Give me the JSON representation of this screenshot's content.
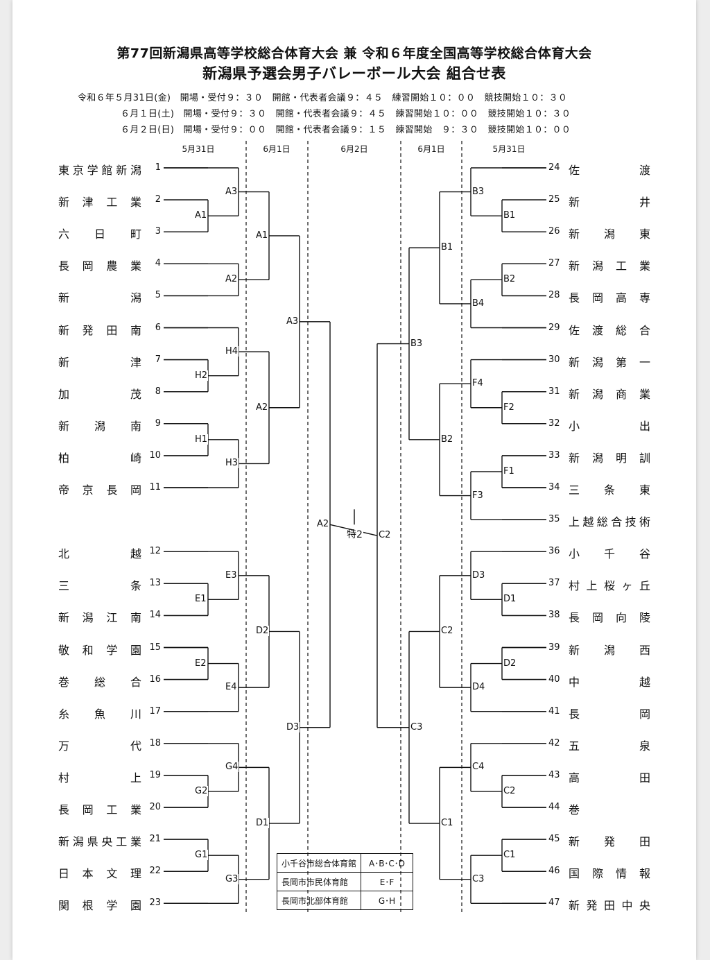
{
  "title": {
    "line1": "第77回新潟県高等学校総合体育大会 兼 令和６年度全国高等学校総合体育大会",
    "line2": "新潟県予選会男子バレーボール大会 組合せ表"
  },
  "schedule": [
    "令和６年５月31日(金)　開場・受付９：３０　開館・代表者会議９：４５　練習開始１０：００　競技開始１０：３０",
    "６月１日(土)　開場・受付９：３０　開館・代表者会議９：４５　練習開始１０：００　競技開始１０：３０",
    "６月２日(日)　開場・受付９：００　開館・代表者会議９：１５　練習開始　９：３０　競技開始１０：００"
  ],
  "day_headers": {
    "left_r1": "5月31日",
    "left_r2": "6月1日",
    "final": "6月2日",
    "right_r2": "6月1日",
    "right_r1": "5月31日"
  },
  "left_teams": [
    {
      "no": "1",
      "name": "東京学館新潟"
    },
    {
      "no": "2",
      "name": "新津工業"
    },
    {
      "no": "3",
      "name": "六日町"
    },
    {
      "no": "4",
      "name": "長岡農業"
    },
    {
      "no": "5",
      "name": "新潟"
    },
    {
      "no": "6",
      "name": "新発田南"
    },
    {
      "no": "7",
      "name": "新津"
    },
    {
      "no": "8",
      "name": "加茂"
    },
    {
      "no": "9",
      "name": "新潟南"
    },
    {
      "no": "10",
      "name": "柏崎"
    },
    {
      "no": "11",
      "name": "帝京長岡"
    },
    {
      "no": "12",
      "name": "北越"
    },
    {
      "no": "13",
      "name": "三条"
    },
    {
      "no": "14",
      "name": "新潟江南"
    },
    {
      "no": "15",
      "name": "敬和学園"
    },
    {
      "no": "16",
      "name": "巻総合"
    },
    {
      "no": "17",
      "name": "糸魚川"
    },
    {
      "no": "18",
      "name": "万代"
    },
    {
      "no": "19",
      "name": "村上"
    },
    {
      "no": "20",
      "name": "長岡工業"
    },
    {
      "no": "21",
      "name": "新潟県央工業"
    },
    {
      "no": "22",
      "name": "日本文理"
    },
    {
      "no": "23",
      "name": "関根学園"
    }
  ],
  "right_teams": [
    {
      "no": "24",
      "name": "佐渡"
    },
    {
      "no": "25",
      "name": "新井"
    },
    {
      "no": "26",
      "name": "新潟東"
    },
    {
      "no": "27",
      "name": "新潟工業"
    },
    {
      "no": "28",
      "name": "長岡高専"
    },
    {
      "no": "29",
      "name": "佐渡総合"
    },
    {
      "no": "30",
      "name": "新潟第一"
    },
    {
      "no": "31",
      "name": "新潟商業"
    },
    {
      "no": "32",
      "name": "小出"
    },
    {
      "no": "33",
      "name": "新潟明訓"
    },
    {
      "no": "34",
      "name": "三条東"
    },
    {
      "no": "35",
      "name": "上越総合技術"
    },
    {
      "no": "36",
      "name": "小千谷"
    },
    {
      "no": "37",
      "name": "村上桜ヶ丘"
    },
    {
      "no": "38",
      "name": "長岡向陵"
    },
    {
      "no": "39",
      "name": "新潟西"
    },
    {
      "no": "40",
      "name": "中越"
    },
    {
      "no": "41",
      "name": "長岡"
    },
    {
      "no": "42",
      "name": "五泉"
    },
    {
      "no": "43",
      "name": "高田"
    },
    {
      "no": "44",
      "name": "巻"
    },
    {
      "no": "45",
      "name": "新発田"
    },
    {
      "no": "46",
      "name": "国際情報"
    },
    {
      "no": "47",
      "name": "新発田中央"
    }
  ],
  "match_labels": {
    "A1a": "A1",
    "A2a": "A2",
    "A3a": "A3",
    "H1": "H1",
    "H2": "H2",
    "H3": "H3",
    "H4": "H4",
    "A1b": "A1",
    "A2b": "A2",
    "A3b": "A3",
    "A2c": "A2",
    "E1": "E1",
    "E2": "E2",
    "E3": "E3",
    "E4": "E4",
    "G1": "G1",
    "G2": "G2",
    "G3": "G3",
    "G4": "G4",
    "D2L": "D2",
    "D1L": "D1",
    "D3L": "D3",
    "B1a": "B1",
    "B2a": "B2",
    "B3a": "B3",
    "B4": "B4",
    "F1": "F1",
    "F2": "F2",
    "F3": "F3",
    "F4": "F4",
    "B1b": "B1",
    "B2b": "B2",
    "B3b": "B3",
    "D1R": "D1",
    "D2R": "D2",
    "D3R": "D3",
    "D4R": "D4",
    "C1a": "C1",
    "C2a": "C2",
    "C3a": "C3",
    "C4": "C4",
    "C2b": "C2",
    "C1b": "C1",
    "C3b": "C3",
    "C2c": "C2",
    "final": "特2"
  },
  "venues": [
    {
      "name": "小千谷市総合体育館",
      "courts": "A･B･C･D"
    },
    {
      "name": "長岡市市民体育館",
      "courts": "E･F"
    },
    {
      "name": "長岡市北部体育館",
      "courts": "G･H"
    }
  ]
}
